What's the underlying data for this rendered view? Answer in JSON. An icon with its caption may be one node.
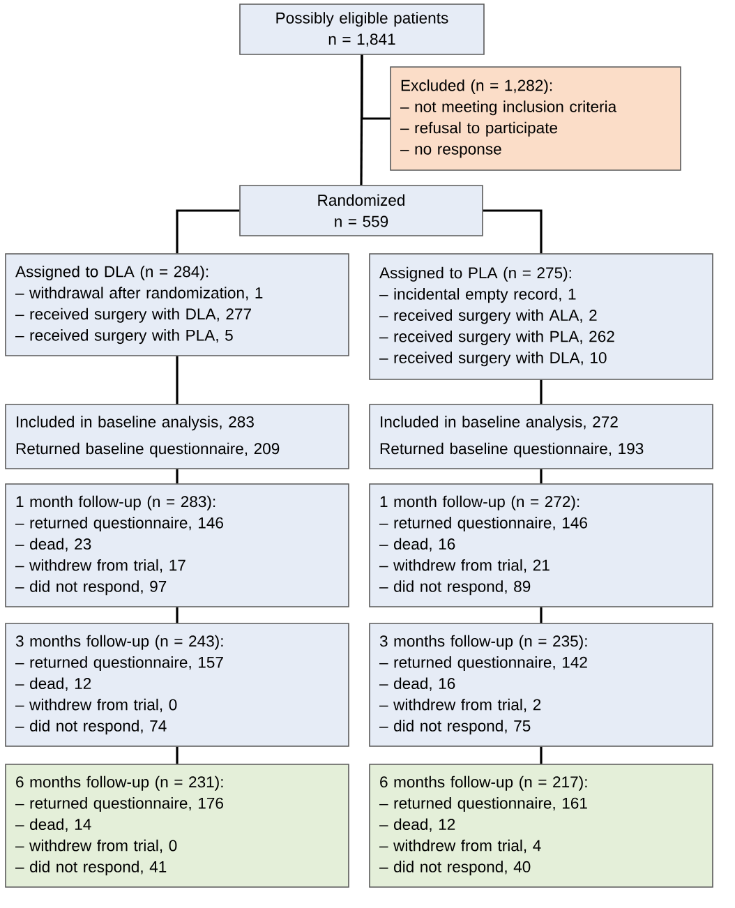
{
  "diagram": {
    "nodes": [
      {
        "text": [
          "Possibly eligible patients",
          "n = 1,841"
        ]
      },
      {
        "text": [
          "Excluded (n = 1,282):",
          "– not meeting inclusion criteria",
          "– refusal to participate",
          "– no response"
        ]
      },
      {
        "text": [
          "Randomized",
          "n = 559"
        ]
      },
      {
        "text": [
          "Assigned to DLA (n = 284):",
          "– withdrawal after randomization, 1",
          "– received surgery with DLA, 277",
          "– received surgery with PLA, 5"
        ]
      },
      {
        "text": [
          "Assigned to PLA (n = 275):",
          "– incidental empty record, 1",
          "– received surgery with ALA, 2",
          "– received surgery with PLA, 262",
          "– received surgery with DLA, 10"
        ]
      },
      {
        "text": [
          "Included in baseline analysis, 283",
          "Returned baseline questionnaire, 209"
        ]
      },
      {
        "text": [
          "Included in baseline analysis, 272",
          "Returned baseline questionnaire, 193"
        ]
      },
      {
        "text": [
          "1 month follow-up (n = 283):",
          "– returned questionnaire, 146",
          "– dead, 23",
          "– withdrew from trial, 17",
          "– did not respond, 97"
        ]
      },
      {
        "text": [
          "1 month follow-up (n = 272):",
          "– returned questionnaire, 146",
          "– dead, 16",
          "– withdrew from trial, 21",
          "– did not respond, 89"
        ]
      },
      {
        "text": [
          "3 months follow-up (n = 243):",
          "– returned questionnaire, 157",
          "– dead, 12",
          "– withdrew from trial, 0",
          "– did not respond, 74"
        ]
      },
      {
        "text": [
          "3 months follow-up (n = 235):",
          "– returned questionnaire, 142",
          "– dead, 16",
          "– withdrew from trial, 2",
          "– did not respond, 75"
        ]
      },
      {
        "text": [
          "6 months follow-up (n = 231):",
          "– returned questionnaire, 176",
          "– dead, 14",
          "– withdrew from trial, 0",
          "– did not respond, 41"
        ]
      },
      {
        "text": [
          "6 months follow-up (n = 217):",
          "– returned questionnaire, 161",
          "– dead, 12",
          "– withdrew from trial, 4",
          "– did not respond, 40"
        ]
      }
    ],
    "edges": [
      {
        "from": 0,
        "to": 1,
        "arrow": "none"
      },
      {
        "from": 0,
        "to": 2,
        "arrow": "none"
      },
      {
        "from": 2,
        "to": 3,
        "arrow": "none"
      },
      {
        "from": 2,
        "to": 4,
        "arrow": "none"
      },
      {
        "from": 3,
        "to": 5,
        "arrow": "none"
      },
      {
        "from": 4,
        "to": 6,
        "arrow": "none"
      },
      {
        "from": 5,
        "to": 7,
        "arrow": "none"
      },
      {
        "from": 6,
        "to": 8,
        "arrow": "none"
      },
      {
        "from": 7,
        "to": 9,
        "arrow": "none"
      },
      {
        "from": 8,
        "to": 10,
        "arrow": "none"
      },
      {
        "from": 9,
        "to": 11,
        "arrow": "none"
      },
      {
        "from": 10,
        "to": 12,
        "arrow": "none"
      }
    ]
  }
}
